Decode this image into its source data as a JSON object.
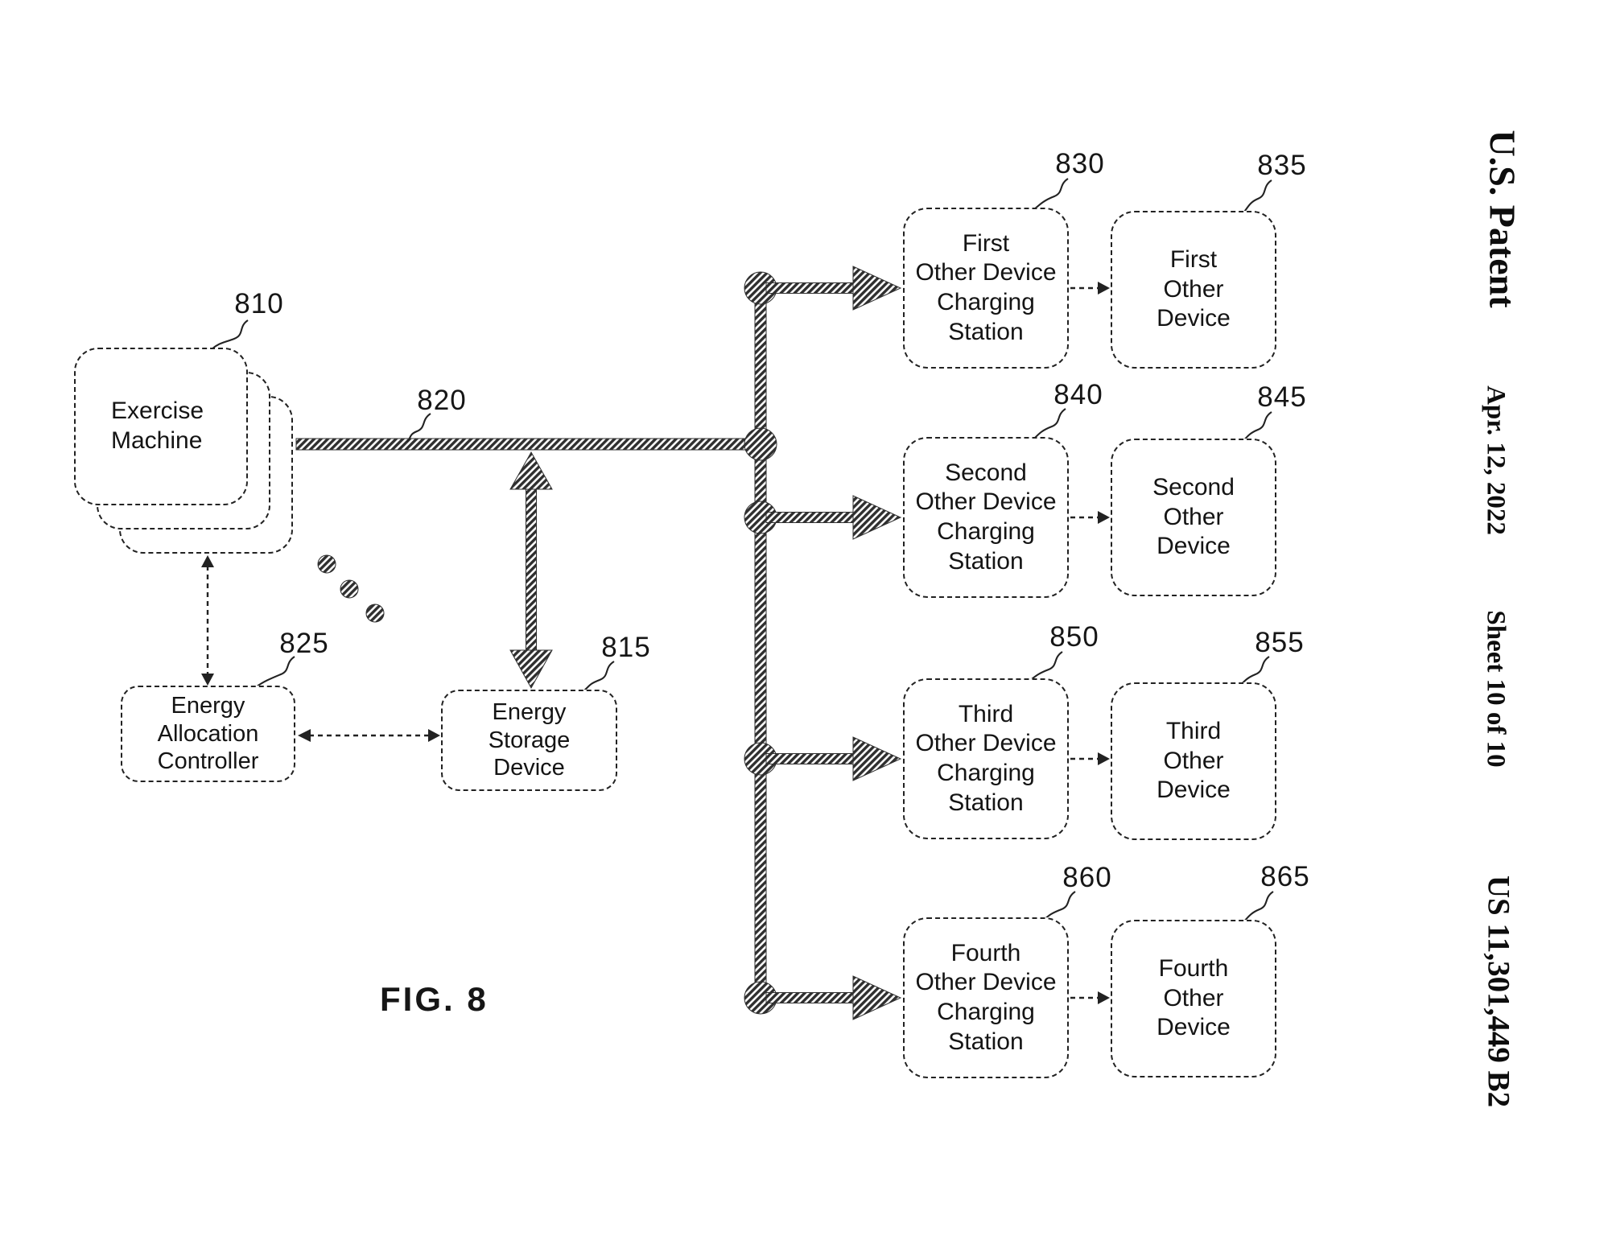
{
  "header": {
    "office": "U.S. Patent",
    "date": "Apr. 12, 2022",
    "sheet": "Sheet 10 of 10",
    "publication_number": "US 11,301,449 B2"
  },
  "figure": {
    "caption": "FIG. 8",
    "nodes": {
      "exercise_machine": {
        "label": "Exercise\nMachine",
        "ref": "810"
      },
      "energy_bus": {
        "ref": "820"
      },
      "energy_allocation_controller": {
        "label": "Energy\nAllocation\nController",
        "ref": "825"
      },
      "energy_storage_device": {
        "label": "Energy\nStorage\nDevice",
        "ref": "815"
      }
    },
    "rows": [
      {
        "station_label": "First\nOther Device\nCharging\nStation",
        "station_ref": "830",
        "device_label": "First\nOther\nDevice",
        "device_ref": "835"
      },
      {
        "station_label": "Second\nOther Device\nCharging\nStation",
        "station_ref": "840",
        "device_label": "Second\nOther\nDevice",
        "device_ref": "845"
      },
      {
        "station_label": "Third\nOther Device\nCharging\nStation",
        "station_ref": "850",
        "device_label": "Third\nOther\nDevice",
        "device_ref": "855"
      },
      {
        "station_label": "Fourth\nOther Device\nCharging\nStation",
        "station_ref": "860",
        "device_label": "Fourth\nOther\nDevice",
        "device_ref": "865"
      }
    ]
  },
  "colors": {
    "ink": "#1f1f1f",
    "line_fill": "#2f2f2f",
    "background": "#ffffff"
  }
}
